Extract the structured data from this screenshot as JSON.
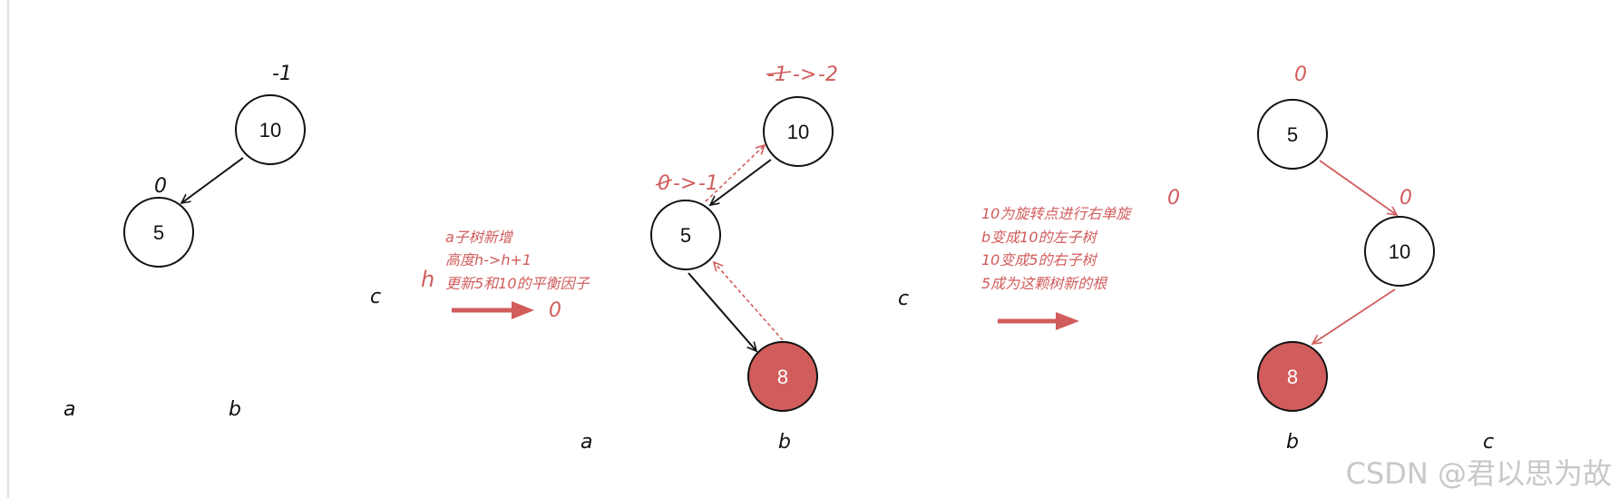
{
  "colors": {
    "red": "#d15c5c",
    "black": "#111111"
  },
  "panel1": {
    "root": {
      "value": "10",
      "bf": "-1"
    },
    "left": {
      "value": "5",
      "bf": "0"
    },
    "subtrees": {
      "a": "a",
      "b": "b",
      "c": "c"
    }
  },
  "step1": {
    "h_label": "h",
    "lines": [
      "a子树新增",
      "高度h->h+1",
      "更新5和10的平衡因子"
    ],
    "zero": "0"
  },
  "panel2": {
    "root": {
      "value": "10",
      "bf_old": "-1",
      "bf_arrow": "->",
      "bf_new": "-2"
    },
    "left": {
      "value": "5",
      "bf_old": "0",
      "bf_arrow": "->",
      "bf_new": "-1"
    },
    "new_node": {
      "value": "8"
    },
    "subtrees": {
      "a": "a",
      "b": "b",
      "c": "c"
    }
  },
  "step2": {
    "zero": "0",
    "lines": [
      "10为旋转点进行右单旋",
      "b变成10的左子树",
      "10变成5的右子树",
      "5成为这颗树新的根"
    ]
  },
  "panel3": {
    "root": {
      "value": "5",
      "bf": "0"
    },
    "right": {
      "value": "10",
      "bf": "0"
    },
    "new_node": {
      "value": "8"
    },
    "subtrees": {
      "b": "b",
      "c": "c"
    }
  },
  "watermark": "CSDN @君以思为故"
}
